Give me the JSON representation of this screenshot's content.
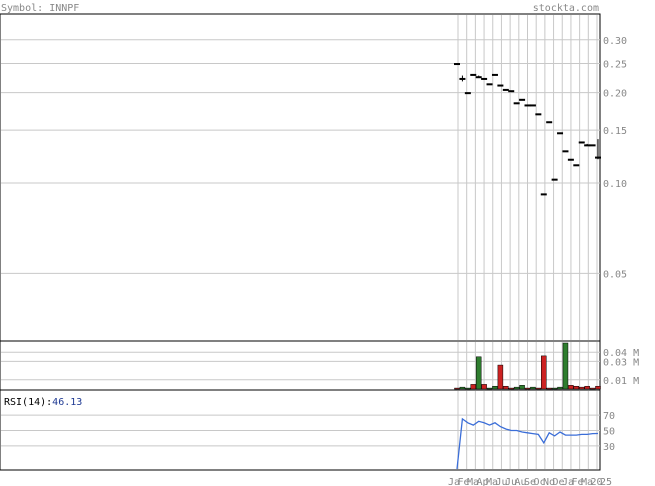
{
  "header": {
    "symbol_label": "Symbol:",
    "symbol": "INNPF",
    "site": "stockta.com"
  },
  "colors": {
    "text_gray": "#888888",
    "rsi_value": "#1f3a93",
    "rsi_line": "#3b6ed8",
    "vol_up": "#2e7d2e",
    "vol_down": "#cc2222",
    "grid": "#c8c8c8",
    "border": "#000000"
  },
  "chart_data": [
    {
      "type": "candlestick",
      "panel": "price",
      "scale": "log",
      "ylim": [
        0.03,
        0.36
      ],
      "y_ticks": [
        {
          "value": 0.3,
          "label": "0.30"
        },
        {
          "value": 0.25,
          "label": "0.25"
        },
        {
          "value": 0.2,
          "label": "0.20"
        },
        {
          "value": 0.15,
          "label": "0.15"
        },
        {
          "value": 0.1,
          "label": "0.10"
        },
        {
          "value": 0.05,
          "label": "0.05"
        }
      ],
      "x_labels": [
        "Ja",
        "Fe",
        "Ma",
        "Ap",
        "Ma",
        "Ju",
        "Ju",
        "Au",
        "Se",
        "Oc",
        "No",
        "De",
        "Ja",
        "Fe",
        "Ma",
        "20",
        "25"
      ],
      "bars": [
        {
          "o": 0.25,
          "h": 0.25,
          "l": 0.25,
          "c": 0.25
        },
        {
          "o": 0.223,
          "h": 0.228,
          "l": 0.218,
          "c": 0.226
        },
        {
          "o": 0.2,
          "h": 0.2,
          "l": 0.2,
          "c": 0.2
        },
        {
          "o": 0.23,
          "h": 0.23,
          "l": 0.23,
          "c": 0.23
        },
        {
          "o": 0.228,
          "h": 0.228,
          "l": 0.225,
          "c": 0.226
        },
        {
          "o": 0.223,
          "h": 0.223,
          "l": 0.223,
          "c": 0.223
        },
        {
          "o": 0.214,
          "h": 0.214,
          "l": 0.214,
          "c": 0.214
        },
        {
          "o": 0.23,
          "h": 0.23,
          "l": 0.23,
          "c": 0.23
        },
        {
          "o": 0.212,
          "h": 0.212,
          "l": 0.212,
          "c": 0.212
        },
        {
          "o": 0.205,
          "h": 0.205,
          "l": 0.205,
          "c": 0.205
        },
        {
          "o": 0.203,
          "h": 0.203,
          "l": 0.203,
          "c": 0.203
        },
        {
          "o": 0.185,
          "h": 0.185,
          "l": 0.185,
          "c": 0.185
        },
        {
          "o": 0.19,
          "h": 0.19,
          "l": 0.19,
          "c": 0.19
        },
        {
          "o": 0.182,
          "h": 0.182,
          "l": 0.182,
          "c": 0.182
        },
        {
          "o": 0.182,
          "h": 0.182,
          "l": 0.182,
          "c": 0.182
        },
        {
          "o": 0.17,
          "h": 0.17,
          "l": 0.17,
          "c": 0.17
        },
        {
          "o": 0.092,
          "h": 0.092,
          "l": 0.092,
          "c": 0.092
        },
        {
          "o": 0.16,
          "h": 0.16,
          "l": 0.16,
          "c": 0.16
        },
        {
          "o": 0.103,
          "h": 0.103,
          "l": 0.103,
          "c": 0.103
        },
        {
          "o": 0.147,
          "h": 0.147,
          "l": 0.147,
          "c": 0.147
        },
        {
          "o": 0.128,
          "h": 0.128,
          "l": 0.128,
          "c": 0.128
        },
        {
          "o": 0.12,
          "h": 0.12,
          "l": 0.12,
          "c": 0.12
        },
        {
          "o": 0.115,
          "h": 0.115,
          "l": 0.115,
          "c": 0.115
        },
        {
          "o": 0.137,
          "h": 0.137,
          "l": 0.137,
          "c": 0.137
        },
        {
          "o": 0.135,
          "h": 0.135,
          "l": 0.133,
          "c": 0.134
        },
        {
          "o": 0.134,
          "h": 0.134,
          "l": 0.134,
          "c": 0.134
        },
        {
          "o": 0.138,
          "h": 0.14,
          "l": 0.12,
          "c": 0.122
        }
      ]
    },
    {
      "type": "bar",
      "panel": "volume",
      "ylim": [
        0,
        0.05
      ],
      "y_ticks": [
        {
          "value": 0.04,
          "label": "0.04 M"
        },
        {
          "value": 0.03,
          "label": "0.03 M"
        },
        {
          "value": 0.01,
          "label": "0.01 M"
        }
      ],
      "bars": [
        {
          "v": 0.001,
          "up": false
        },
        {
          "v": 0.002,
          "up": true
        },
        {
          "v": 0.001,
          "up": true
        },
        {
          "v": 0.005,
          "up": false
        },
        {
          "v": 0.035,
          "up": true
        },
        {
          "v": 0.005,
          "up": false
        },
        {
          "v": 0.001,
          "up": true
        },
        {
          "v": 0.003,
          "up": true
        },
        {
          "v": 0.026,
          "up": false
        },
        {
          "v": 0.003,
          "up": false
        },
        {
          "v": 0.001,
          "up": false
        },
        {
          "v": 0.002,
          "up": true
        },
        {
          "v": 0.004,
          "up": true
        },
        {
          "v": 0.001,
          "up": false
        },
        {
          "v": 0.002,
          "up": true
        },
        {
          "v": 0.001,
          "up": false
        },
        {
          "v": 0.036,
          "up": false
        },
        {
          "v": 0.001,
          "up": false
        },
        {
          "v": 0.001,
          "up": true
        },
        {
          "v": 0.002,
          "up": true
        },
        {
          "v": 0.05,
          "up": true
        },
        {
          "v": 0.004,
          "up": false
        },
        {
          "v": 0.003,
          "up": false
        },
        {
          "v": 0.002,
          "up": false
        },
        {
          "v": 0.003,
          "up": false
        },
        {
          "v": 0.001,
          "up": false
        },
        {
          "v": 0.003,
          "up": false
        }
      ]
    },
    {
      "type": "line",
      "panel": "rsi",
      "label": "RSI(14):",
      "value_label": "46.13",
      "ylim": [
        0,
        100
      ],
      "y_ticks": [
        {
          "value": 70,
          "label": "70"
        },
        {
          "value": 50,
          "label": "50"
        },
        {
          "value": 30,
          "label": "30"
        }
      ],
      "values": [
        0,
        65,
        60,
        57,
        62,
        60,
        57,
        60,
        55,
        52,
        50,
        50,
        48,
        47,
        46,
        45,
        34,
        47,
        43,
        48,
        44,
        44,
        44,
        45,
        45,
        46,
        46.13
      ]
    }
  ]
}
